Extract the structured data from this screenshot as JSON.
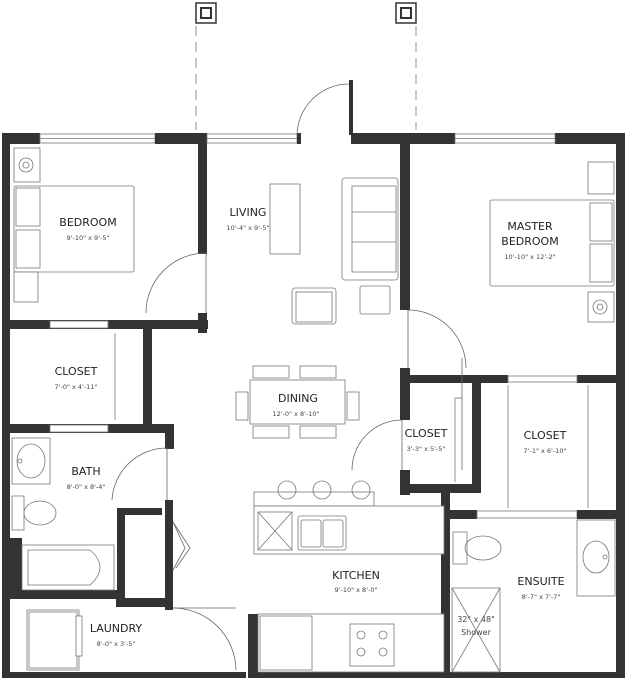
{
  "rooms": {
    "bedroom": {
      "name": "BEDROOM",
      "dim": "9'-10\" x 9'-5\""
    },
    "living": {
      "name": "LIVING",
      "dim": "10'-4\" x 9'-5\""
    },
    "master": {
      "name_line1": "MASTER",
      "name_line2": "BEDROOM",
      "dim": "10'-10\" x 12'-2\""
    },
    "closet1": {
      "name": "CLOSET",
      "dim": "7'-0\" x 4'-11\""
    },
    "dining": {
      "name": "DINING",
      "dim": "12'-0\" x 8'-10\""
    },
    "closet2": {
      "name": "CLOSET",
      "dim": "3'-3\" x 5'-5\""
    },
    "closet3": {
      "name": "CLOSET",
      "dim": "7'-1\" x 6'-10\""
    },
    "bath": {
      "name": "BATH",
      "dim": "8'-0\" x 8'-4\""
    },
    "kitchen": {
      "name": "KITCHEN",
      "dim": "9'-10\" x 8'-0\""
    },
    "ensuite": {
      "name": "ENSUITE",
      "dim": "8'-7\" x 7'-7\""
    },
    "laundry": {
      "name": "LAUNDRY",
      "dim": "8'-0\" x 3'-5\""
    },
    "shower": {
      "line1": "32\" x 48\"",
      "line2": "Shower"
    }
  },
  "colors": {
    "wall": "#333333",
    "line": "#777777",
    "text": "#222222"
  }
}
